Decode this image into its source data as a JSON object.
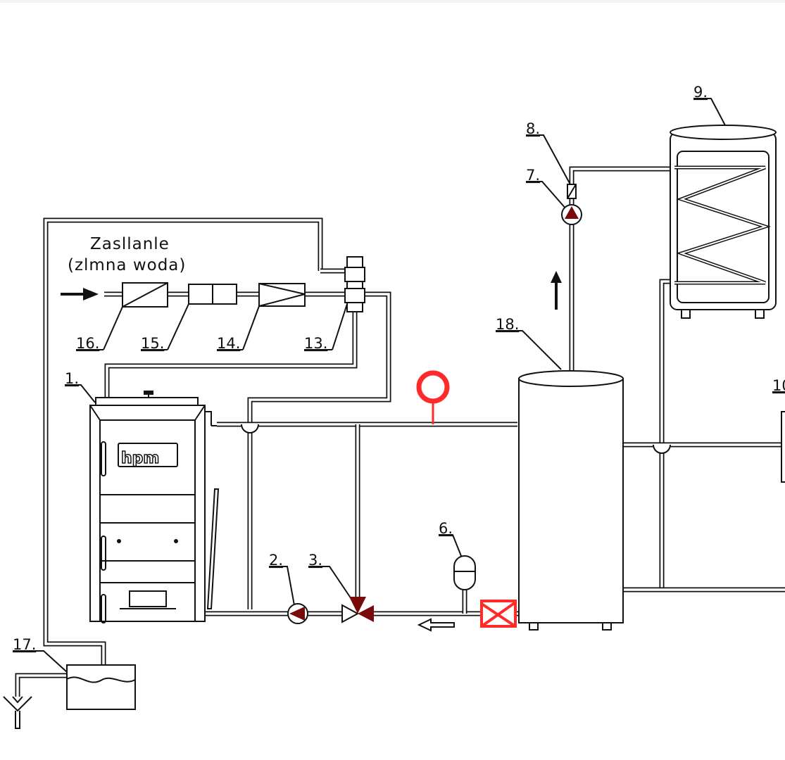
{
  "title_line1": "Zasllanle",
  "title_line2": "(zlmna woda)",
  "boiler_logo": "hpm",
  "labels": {
    "boiler": "1.",
    "pump_2": "2.",
    "valve_3": "3.",
    "expansion_vessel": "6.",
    "pump_7": "7.",
    "valve_8": "8.",
    "hot_water_tank": "9.",
    "device_10": "10",
    "fitting_13": "13.",
    "component_14": "14.",
    "component_15": "15.",
    "component_16": "16.",
    "box_17": "17.",
    "buffer_tank": "18."
  },
  "colors": {
    "line": "#111111",
    "valve_fill": "#7a0a0a",
    "annotation": "#ff2a2a"
  }
}
